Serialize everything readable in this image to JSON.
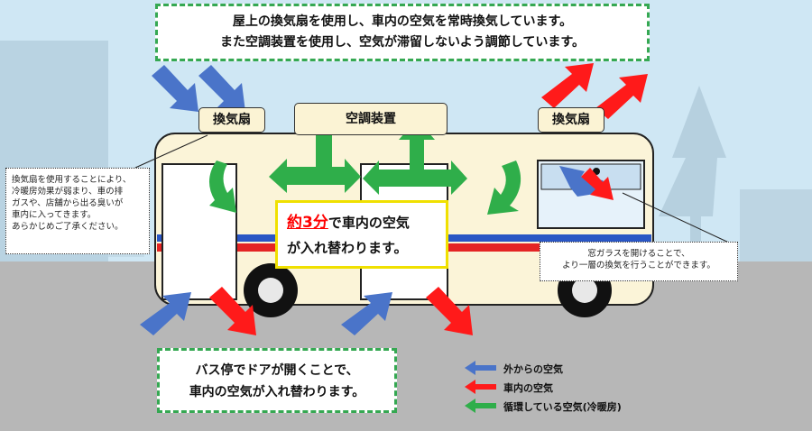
{
  "top_note": {
    "line1": "屋上の換気扇を使用し、車内の空気を常時換気しています。",
    "line2": "また空調装置を使用し、空気が滞留しないよう調節しています。"
  },
  "labels": {
    "fan_left": "換気扇",
    "aircon": "空調装置",
    "fan_right": "換気扇"
  },
  "left_callout": {
    "line1": "換気扇を使用することにより、",
    "line2": "冷暖房効果が弱まり、車の排",
    "line3": "ガスや、店舗から出る臭いが",
    "line4": "車内に入ってきます。",
    "line5": "あらかじめご了承ください。"
  },
  "center": {
    "highlight": "約3分",
    "rest1": "で車内の空気",
    "line2": "が入れ替わります。"
  },
  "right_callout": {
    "line1": "窓ガラスを開けることで、",
    "line2": "より一層の換気を行うことができます。"
  },
  "bottom_note": {
    "line1": "バス停でドアが開くことで、",
    "line2": "車内の空気が入れ替わります。"
  },
  "legend": {
    "outside": "外からの空気",
    "inside": "車内の空気",
    "circulating": "循環している空気(冷暖房)"
  },
  "colors": {
    "blue_arrow": "#4a74c9",
    "red_arrow": "#ff1a1a",
    "green_arrow": "#2fae4a",
    "highlight_text": "#ff0000",
    "note_border": "#35a852",
    "center_border": "#f0e000"
  }
}
